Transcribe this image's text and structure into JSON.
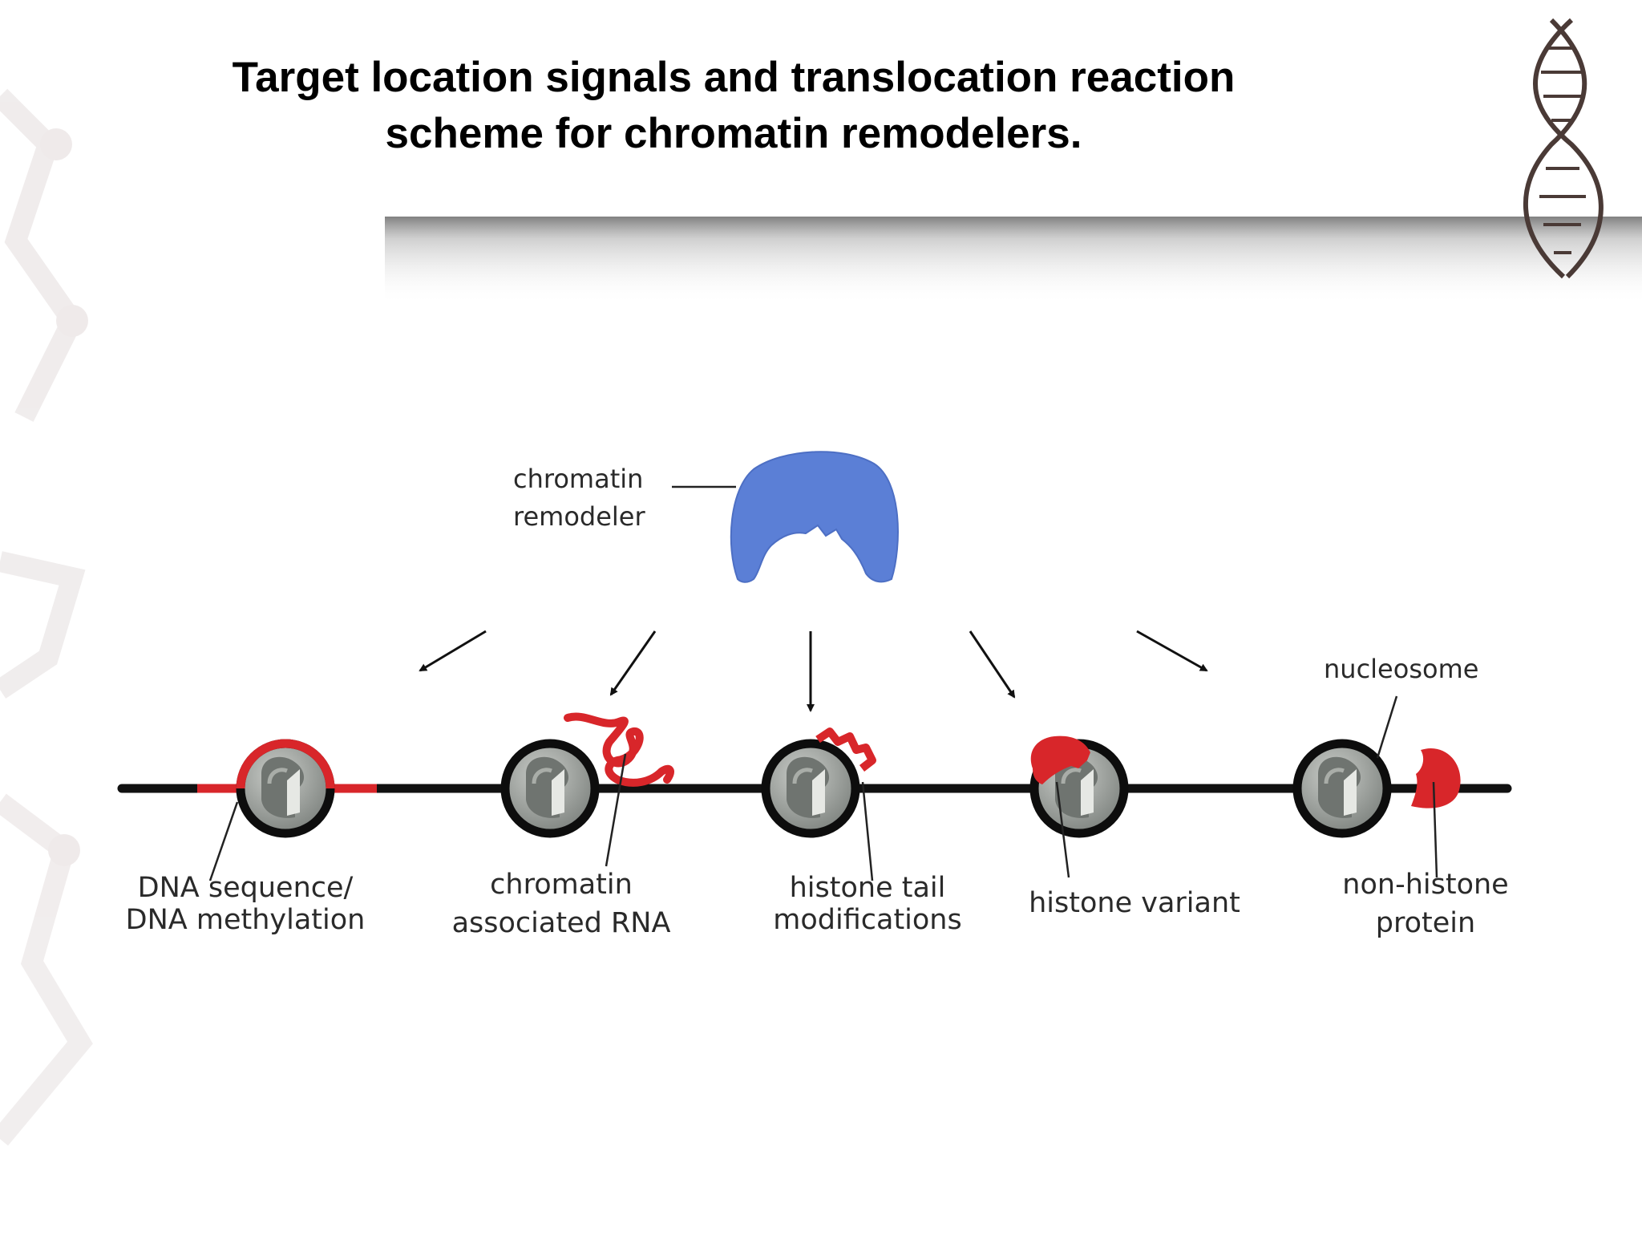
{
  "slide": {
    "title_line1": "Target location signals and translocation reaction",
    "title_line2": "scheme for chromatin remodelers."
  },
  "diagram": {
    "remodeler_label": [
      "chromatin",
      "remodeler"
    ],
    "nucleosome_label": "nucleosome",
    "signals": [
      {
        "label": [
          "DNA sequence/",
          "DNA methylation"
        ]
      },
      {
        "label": [
          "chromatin",
          "associated RNA"
        ]
      },
      {
        "label": [
          "histone tail",
          "modifications"
        ]
      },
      {
        "label": [
          "histone variant"
        ]
      },
      {
        "label": [
          "non-histone",
          "protein"
        ]
      }
    ]
  },
  "colors": {
    "remodeler": "#5b7fd6",
    "signal_red": "#d8262a",
    "dna": "#111111",
    "histone_core": "#8f9590"
  }
}
